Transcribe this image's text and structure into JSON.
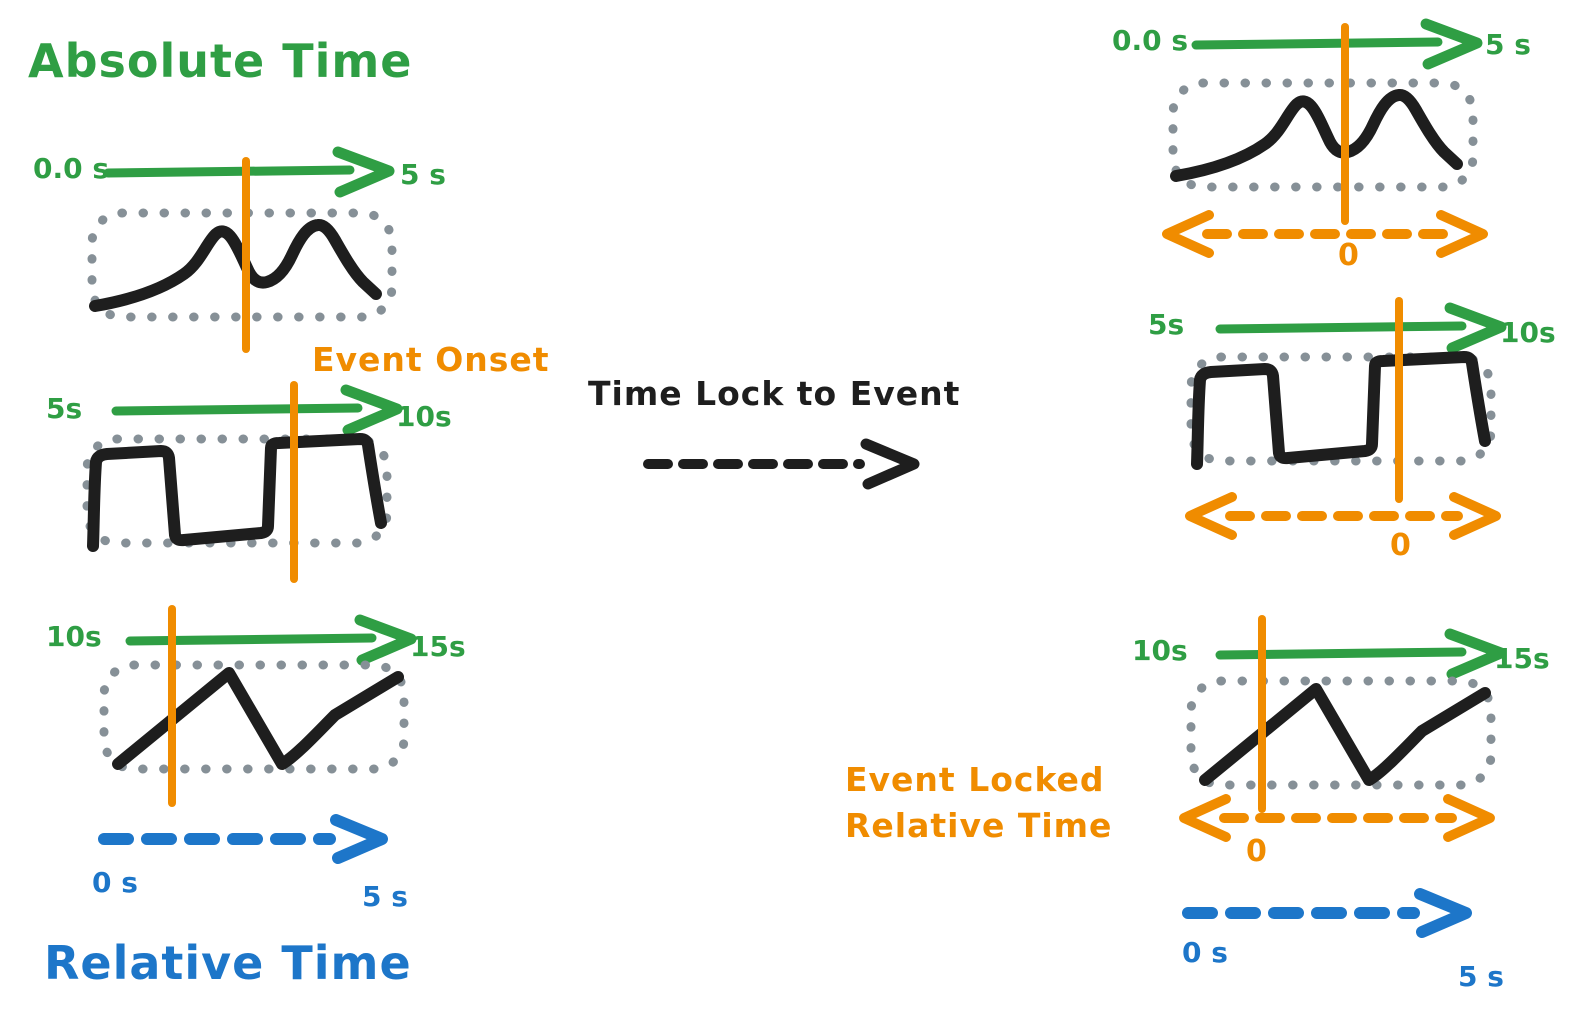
{
  "colors": {
    "green": "#2f9e44",
    "orange": "#f08c00",
    "blue": "#1d76c9",
    "ink": "#1e1e1e",
    "panel_dots": "#869097"
  },
  "left": {
    "title": "Absolute Time",
    "event_onset_label": "Event Onset",
    "epochs": [
      {
        "start": "0.0 s",
        "end": "5 s",
        "signal": "two-peaks"
      },
      {
        "start": "5s",
        "end": "10s",
        "signal": "square-pulses"
      },
      {
        "start": "10s",
        "end": "15s",
        "signal": "zigzag"
      }
    ],
    "relative_axis": {
      "start": "0 s",
      "end": "5 s"
    },
    "relative_title": "Relative Time"
  },
  "middle": {
    "label": "Time Lock to Event"
  },
  "right": {
    "event_locked_label": {
      "line1": "Event Locked",
      "line2": "Relative Time"
    },
    "epochs": [
      {
        "start": "0.0 s",
        "end": "5 s",
        "zero": "0",
        "signal": "two-peaks"
      },
      {
        "start": "5s",
        "end": "10s",
        "zero": "0",
        "signal": "square-pulses"
      },
      {
        "start": "10s",
        "end": "15s",
        "zero": "0",
        "signal": "zigzag"
      }
    ],
    "relative_axis": {
      "start": "0 s",
      "end": "5 s"
    }
  }
}
